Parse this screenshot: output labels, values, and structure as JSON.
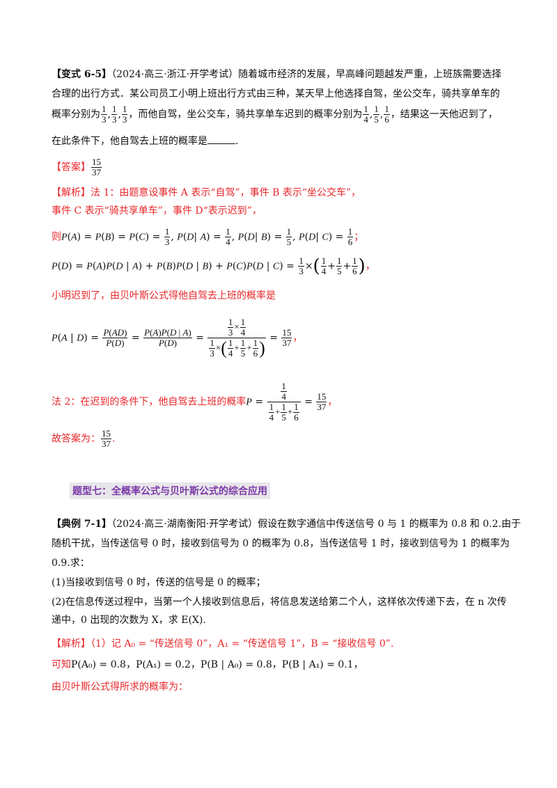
{
  "variant": {
    "tag": "【变式 6-5】",
    "source": "（2024·高三·浙江·开学考试）",
    "line1": "随着城市经济的发展，早高峰问题越发严重，上班族需要选择",
    "line2": "合理的出行方式．某公司员工小明上班出行方式由三种，某天早上他选择自驾，坐公交车，骑共享单车的",
    "line3a": "概率分别为",
    "line3b": "，而他自驾，坐公交车，骑共享单车迟到的概率分别为",
    "line3c": "，结果这一天他迟到了，",
    "line4": "在此条件下，他自驾去上班的概率是",
    "line4_end": "."
  },
  "answer": {
    "label": "【答案】",
    "num": "15",
    "den": "37"
  },
  "analysis": {
    "label": "【解析】",
    "l1": "法 1：由题意设事件 A 表示“自驾”，事件 B 表示“坐公交车”，",
    "l2": "事件 C 表示“骑共享单车”，事件 D“表示迟到”，",
    "l3_prefix": "则",
    "conclusion1": "小明迟到了，由贝叶斯公式得他自驾去上班的概率是",
    "method2": "法 2：在迟到的条件下，他自驾去上班的概率",
    "final": "故答案为："
  },
  "heading": "题型七：全概率公式与贝叶斯公式的综合应用",
  "example": {
    "tag": "【典例 7-1】",
    "source": "（2024·高三·湖南衡阳·开学考试）",
    "line1": "假设在数字通信中传送信号 0 与 1 的概率为 0.8 和 0.2.由于",
    "line2": "随机干扰，当传送信号 0 时，接收到信号为 0 的概率为 0.8，当传送信号 1 时，接收到信号为 1 的概率为",
    "line3": "0.9.求：",
    "q1": "(1)当接收到信号 0 时，传送的信号是 0 的概率；",
    "q2": "(2)在信息传送过程中，当第一个人接收到信息后，将信息发送给第二个人，这样依次传递下去，在 n 次传",
    "q2b": "递中，0 出现的次数为 X，求 E(X).",
    "analysis_label": "【解析】",
    "analysis1": "（1）记 A₀ = “传送信号 0”，A₁ = “传送信号 1”，B = “接收信号 0”.",
    "known_prefix": "可知",
    "known": "P(A₀) = 0.8，P(A₁) = 0.2，P(B | A₀) = 0.8，P(B | A₁) = 0.1，",
    "bayes": "由贝叶斯公式得所求的概率为："
  }
}
